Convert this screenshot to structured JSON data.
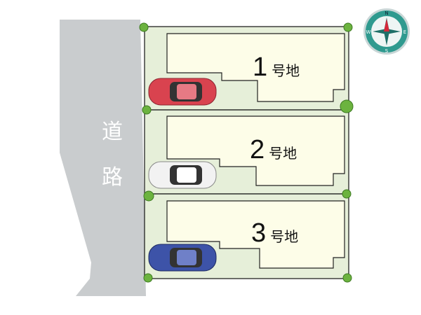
{
  "road": {
    "chars": [
      "道",
      "路"
    ]
  },
  "lots": [
    {
      "number": "1",
      "suffix": "号地",
      "car_color": "#d9434f"
    },
    {
      "number": "2",
      "suffix": "号地",
      "car_color": "#f2f2f2"
    },
    {
      "number": "3",
      "suffix": "号地",
      "car_color": "#3d53a8"
    }
  ],
  "compass": {
    "north": "N",
    "south": "S",
    "east": "E",
    "west": "W"
  },
  "colors": {
    "road": "#c9ccce",
    "lot": "#e6efd9",
    "building": "#fdfde8",
    "tree": "#6cb33f"
  }
}
